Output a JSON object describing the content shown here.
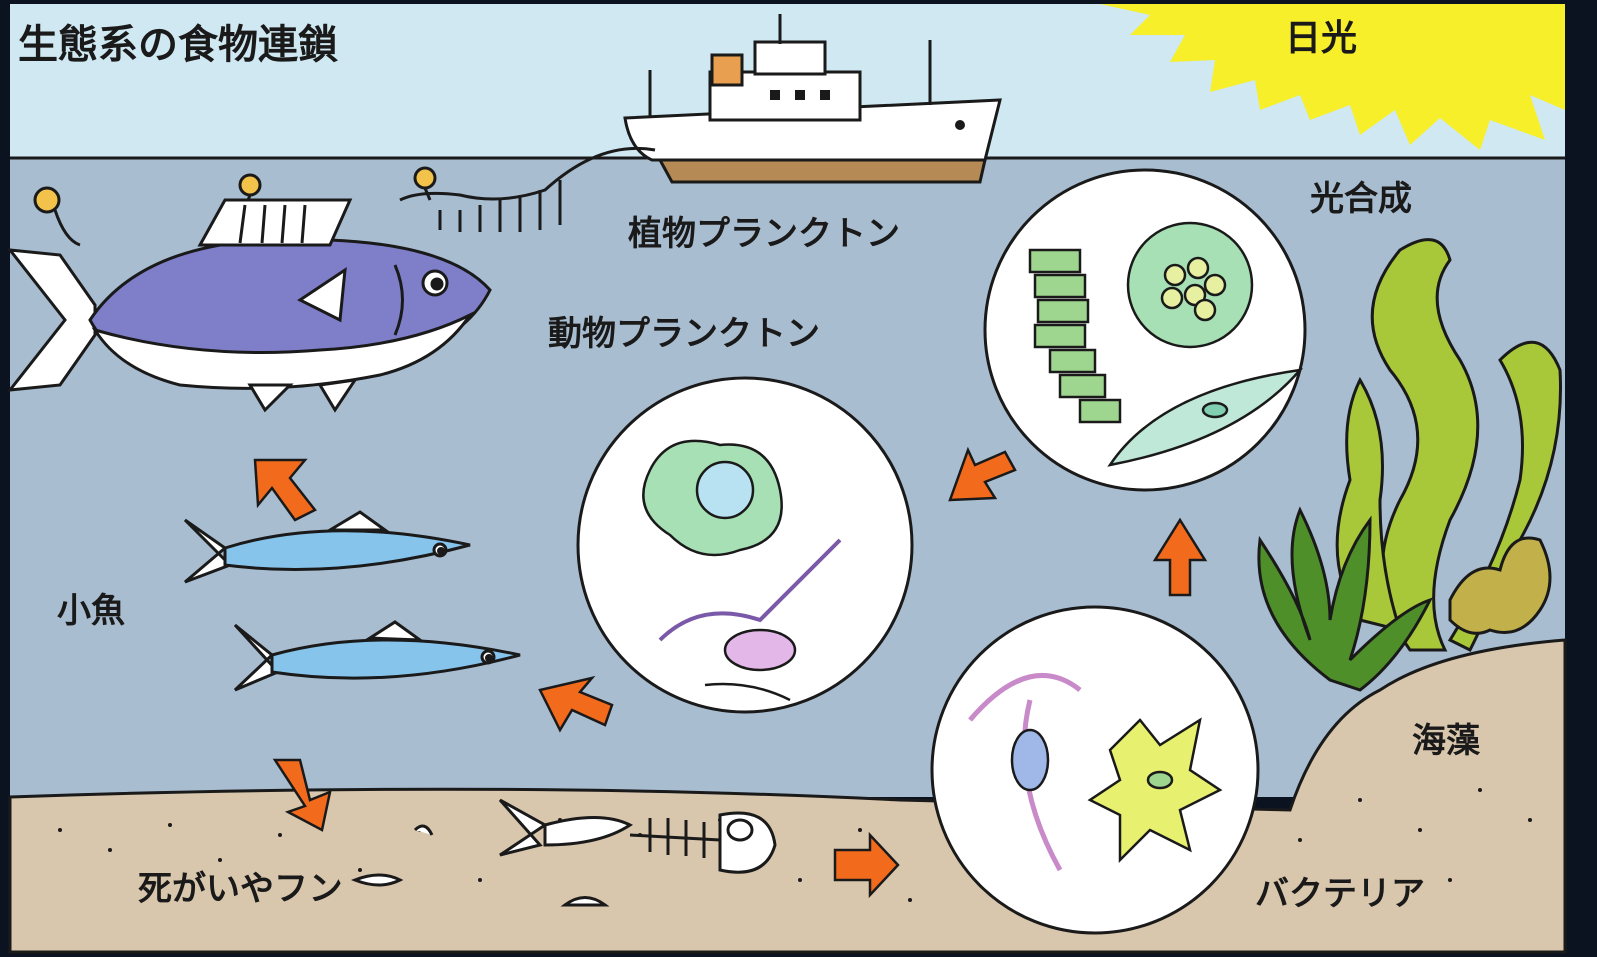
{
  "title": "生態系の食物連鎖",
  "labels": {
    "sunlight": "日光",
    "photosynthesis": "光合成",
    "phytoplankton": "植物プランクトン",
    "zooplankton": "動物プランクトン",
    "small_fish": "小魚",
    "seaweed": "海藻",
    "remains": "死がいやフン",
    "bacteria": "バクテリア"
  },
  "colors": {
    "sky": "#cfe8f2",
    "sea": "#a9bdd1",
    "seabed": "#d9c7ad",
    "sun": "#f6ef2a",
    "arrow": "#f26a1b",
    "tuna": "#7f7fc9",
    "small_fish": "#86c4ec",
    "seaweed_light": "#a8c83a",
    "seaweed_dark": "#4f8f2a",
    "ship_hull": "#b58a55"
  }
}
